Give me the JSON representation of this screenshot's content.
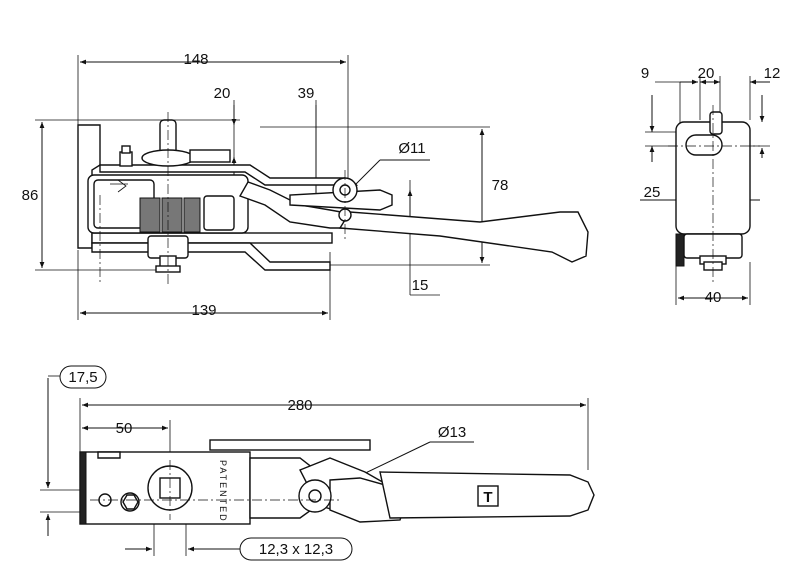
{
  "drawing": {
    "side_view": {
      "dim_width_top": "148",
      "dim_20": "20",
      "dim_39": "39",
      "dim_diameter_pin": "Ø11",
      "dim_height_left": "86",
      "dim_height_right": "78",
      "dim_15": "15",
      "dim_width_bottom": "139"
    },
    "end_view": {
      "dim_9": "9",
      "dim_20": "20",
      "dim_12": "12",
      "dim_25": "25",
      "dim_40": "40"
    },
    "top_view": {
      "dim_offset": "17,5",
      "dim_overall_length": "280",
      "dim_50": "50",
      "dim_diameter_hole": "Ø13",
      "dim_square": "12,3 x 12,3",
      "stamp_text": "PATENTED",
      "logo_letter": "T"
    }
  }
}
